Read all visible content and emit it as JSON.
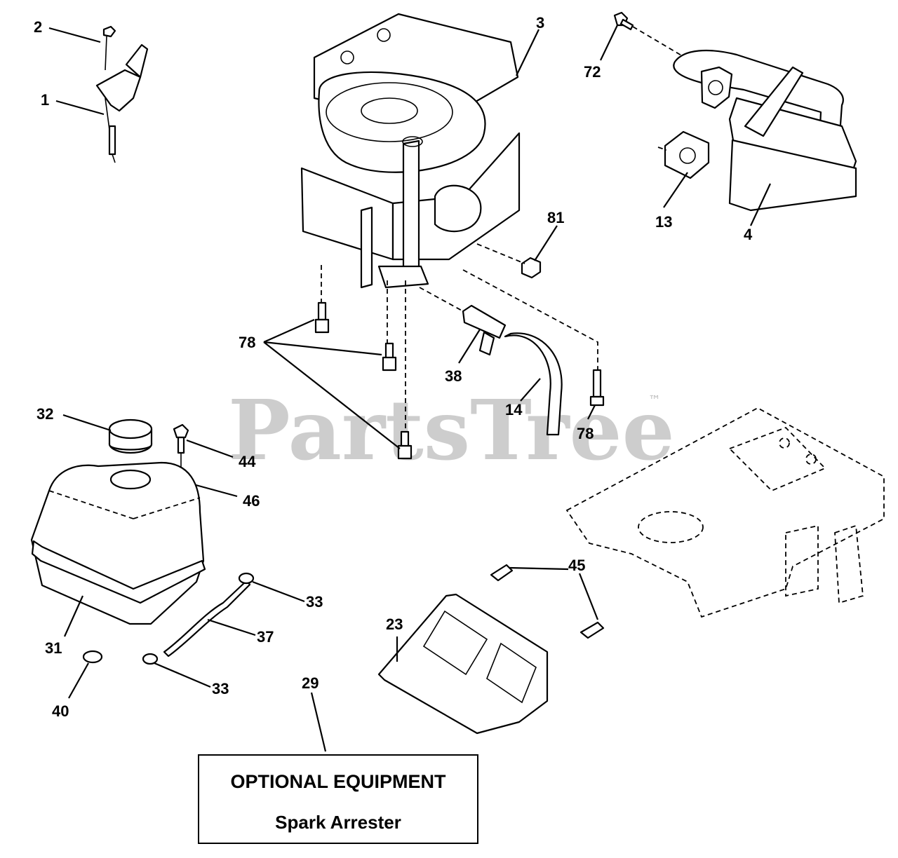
{
  "diagram": {
    "watermark": "PartsTree",
    "trademark": "™",
    "labels": {
      "l1": "1",
      "l2": "2",
      "l3": "3",
      "l4": "4",
      "l13": "13",
      "l14": "14",
      "l23": "23",
      "l29": "29",
      "l31": "31",
      "l32": "32",
      "l33a": "33",
      "l33b": "33",
      "l37": "37",
      "l38": "38",
      "l40": "40",
      "l44": "44",
      "l45": "45",
      "l46": "46",
      "l72": "72",
      "l78a": "78",
      "l78b": "78",
      "l81": "81"
    },
    "optional_box": {
      "title": "OPTIONAL EQUIPMENT",
      "subtitle": "Spark Arrester"
    }
  }
}
